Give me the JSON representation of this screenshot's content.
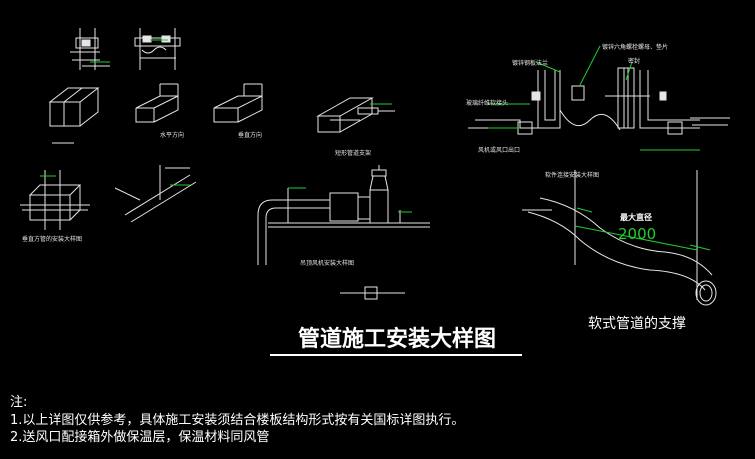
{
  "drawing": {
    "main_title": "管道施工安装大样图",
    "soft_pipe_title": "软式管道的支撑",
    "max_spacing_label": "最大直径",
    "dimension_value": "2000",
    "colors": {
      "background": "#000000",
      "line_white": "#e6e6e6",
      "leader_green": "#22cc33"
    }
  },
  "detail_captions": {
    "horizontal_duct": "水平方向",
    "vertical_duct": "垂直方向",
    "bracket_detail": "短形管道支架",
    "vertical_duct_install": "垂直方管的安装大样图",
    "fan_install": "吊顶风机安装大样图",
    "soft_connect_install": "软件连接安装大样图",
    "soft_connect_leader_1": "镀锌钢板法兰",
    "soft_connect_leader_2": "镀锌六角螺栓螺母、垫片",
    "soft_connect_leader_3": "密封",
    "soft_connect_leader_4": "玻璃纤维软接头",
    "soft_connect_leader_5": "风机或风口出口"
  },
  "notes": {
    "heading": "注:",
    "line1": "1.以上详图仅供参考，具体施工安装须结合楼板结构形式按有关国标详图执行。",
    "line2": "2.送风口配接箱外做保温层，保温材料同风管"
  }
}
